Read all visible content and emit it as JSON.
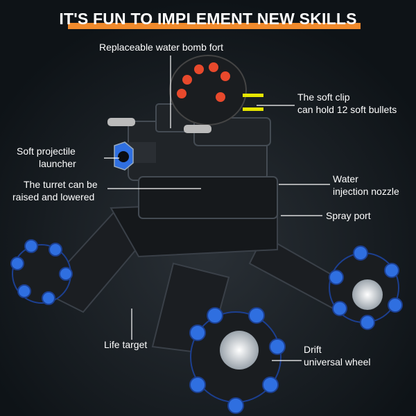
{
  "title": "IT'S FUN TO IMPLEMENT NEW SKILLS",
  "labels": {
    "fort": "Replaceable water bomb fort",
    "clip_1": "The soft clip",
    "clip_2": "can hold 12 soft bullets",
    "launcher_1": "Soft projectile",
    "launcher_2": "launcher",
    "turret_1": "The turret can be",
    "turret_2": "raised and lowered",
    "nozzle_1": "Water",
    "nozzle_2": "injection nozzle",
    "spray": "Spray port",
    "target": "Life target",
    "wheel_1": "Drift",
    "wheel_2": "universal wheel"
  },
  "colors": {
    "accent": "#f08a2c",
    "background": "#0e1317",
    "wheel_blue": "#2f6fe0"
  }
}
